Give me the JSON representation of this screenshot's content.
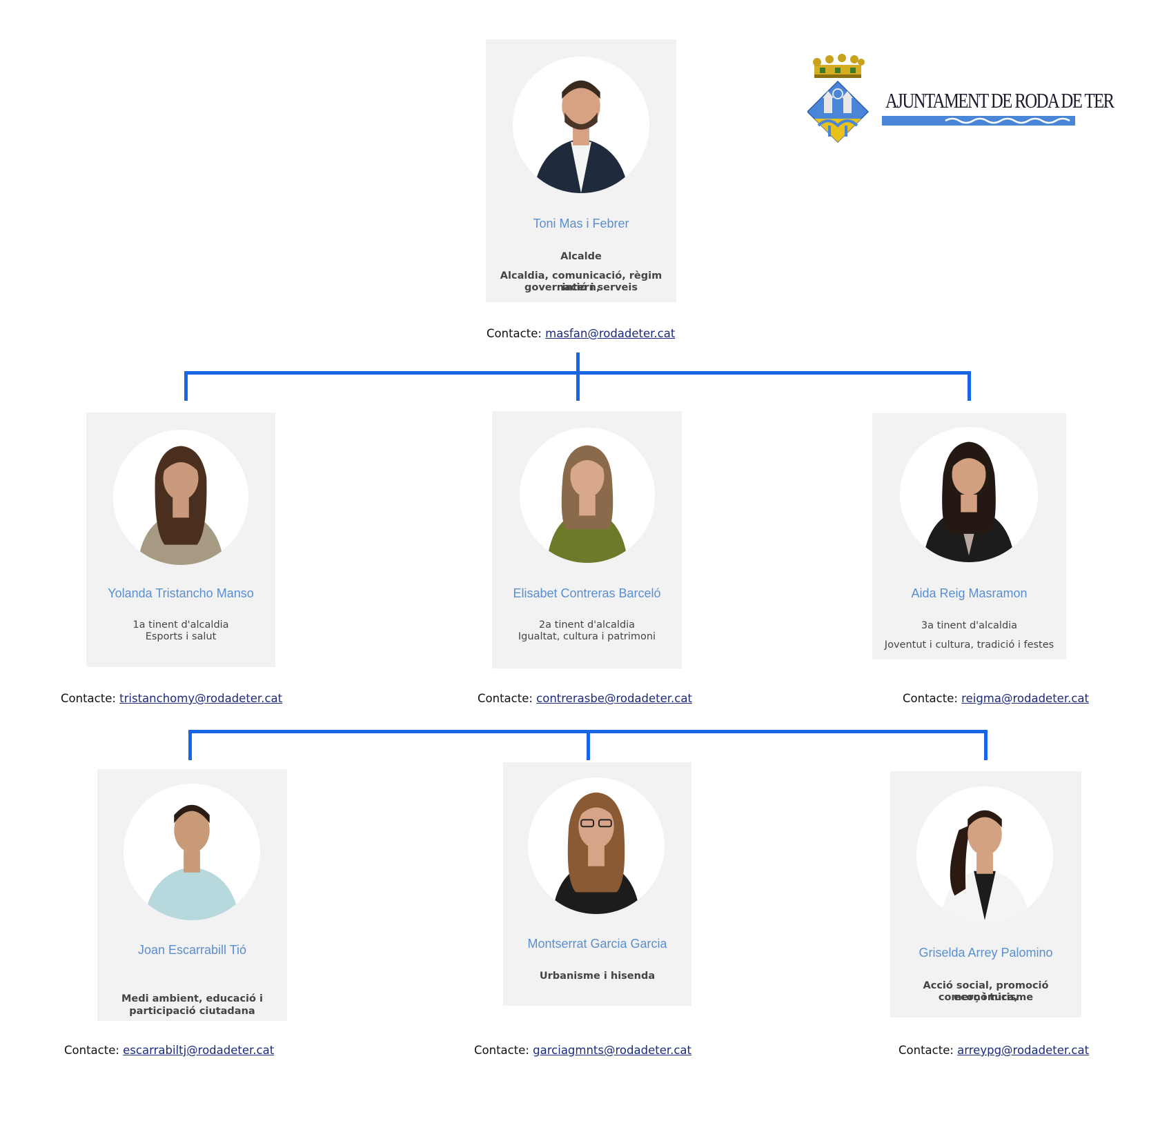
{
  "logo": {
    "text": "AJUNTAMENT DE RODA DE TER",
    "colors": {
      "blue": "#4a86d8",
      "gold": "#e8c21a",
      "crown": "#c9a21c"
    }
  },
  "contact_label": "Contacte:",
  "accent": "#1766e6",
  "mayor": {
    "name": "Toni Mas i Febrer",
    "role": "Alcalde",
    "areas": [
      "Alcaldia, comunicació, règim intern,",
      "governació i serveis"
    ],
    "email": "masfan@rodadeter.cat"
  },
  "row1": [
    {
      "name": "Yolanda Tristancho Manso",
      "role": "1a tinent d'alcaldia",
      "areas": [
        "Esports i salut"
      ],
      "email": "tristanchomy@rodadeter.cat"
    },
    {
      "name": "Elisabet Contreras Barceló",
      "role": "2a tinent d'alcaldia",
      "areas": [
        "Igualtat, cultura i patrimoni"
      ],
      "email": "contrerasbe@rodadeter.cat"
    },
    {
      "name": "Aida Reig Masramon",
      "role": "3a tinent d'alcaldia",
      "areas": [
        "Joventut i cultura, tradició i festes"
      ],
      "email": "reigma@rodadeter.cat"
    }
  ],
  "row2": [
    {
      "name": "Joan Escarrabill Tió",
      "areas": [
        "Medi ambient, educació i",
        "participació ciutadana"
      ],
      "email": "escarrabiltj@rodadeter.cat"
    },
    {
      "name": "Montserrat Garcia Garcia",
      "areas": [
        "Urbanisme i hisenda"
      ],
      "email": "garciagmnts@rodadeter.cat"
    },
    {
      "name": "Griselda Arrey Palomino",
      "areas": [
        "Acció social, promoció econòmica,",
        "comerç i turisme"
      ],
      "email": "arreypg@rodadeter.cat"
    }
  ]
}
